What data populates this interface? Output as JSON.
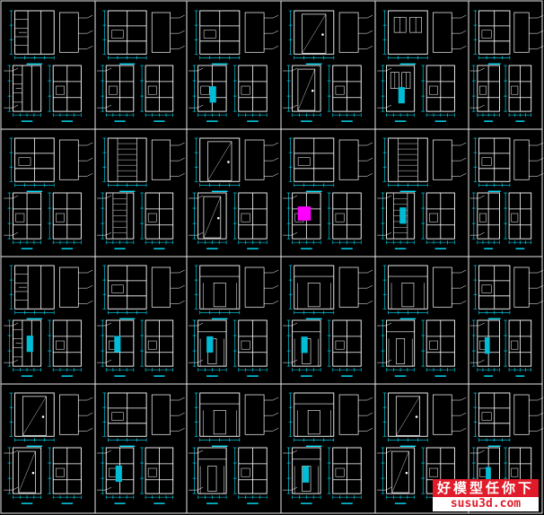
{
  "drawing": {
    "background_color": "#000000",
    "colors": {
      "frame": "#e6e6e6",
      "line": "#ffffff",
      "dimension": "#00e5ff",
      "hatch": "#ff00ff",
      "fill": "#00bcd4"
    },
    "grid": {
      "rows": 4,
      "cols": 6
    },
    "panels": [
      {
        "row": 0,
        "col": 0,
        "kind": "wardrobe-elevation",
        "accent": "none"
      },
      {
        "row": 0,
        "col": 1,
        "kind": "cabinet-elevation",
        "accent": "none"
      },
      {
        "row": 0,
        "col": 2,
        "kind": "cabinet-elevation",
        "accent": "fill"
      },
      {
        "row": 0,
        "col": 3,
        "kind": "door-elevation",
        "accent": "none"
      },
      {
        "row": 0,
        "col": 4,
        "kind": "window-elevation",
        "accent": "fill"
      },
      {
        "row": 0,
        "col": 5,
        "kind": "cabinet-elevation",
        "accent": "none"
      },
      {
        "row": 1,
        "col": 0,
        "kind": "cabinet-elevation",
        "accent": "none"
      },
      {
        "row": 1,
        "col": 1,
        "kind": "detail-elevation",
        "accent": "none"
      },
      {
        "row": 1,
        "col": 2,
        "kind": "door-elevation",
        "accent": "none"
      },
      {
        "row": 1,
        "col": 3,
        "kind": "cabinet-elevation",
        "accent": "hatch"
      },
      {
        "row": 1,
        "col": 4,
        "kind": "detail-elevation",
        "accent": "fill"
      },
      {
        "row": 1,
        "col": 5,
        "kind": "cabinet-elevation",
        "accent": "none"
      },
      {
        "row": 2,
        "col": 0,
        "kind": "wardrobe-elevation",
        "accent": "fill"
      },
      {
        "row": 2,
        "col": 1,
        "kind": "cabinet-elevation",
        "accent": "fill"
      },
      {
        "row": 2,
        "col": 2,
        "kind": "wall-elevation",
        "accent": "fill"
      },
      {
        "row": 2,
        "col": 3,
        "kind": "wall-elevation",
        "accent": "fill"
      },
      {
        "row": 2,
        "col": 4,
        "kind": "wall-elevation",
        "accent": "none"
      },
      {
        "row": 2,
        "col": 5,
        "kind": "cabinet-elevation",
        "accent": "fill"
      },
      {
        "row": 3,
        "col": 0,
        "kind": "door-elevation",
        "accent": "none"
      },
      {
        "row": 3,
        "col": 1,
        "kind": "cabinet-elevation",
        "accent": "fill"
      },
      {
        "row": 3,
        "col": 2,
        "kind": "wall-elevation",
        "accent": "none"
      },
      {
        "row": 3,
        "col": 3,
        "kind": "wall-elevation",
        "accent": "fill"
      },
      {
        "row": 3,
        "col": 4,
        "kind": "door-elevation",
        "accent": "none"
      },
      {
        "row": 3,
        "col": 5,
        "kind": "cabinet-elevation",
        "accent": "fill"
      }
    ]
  },
  "watermark": {
    "site_name": "好模型任你下",
    "url": "susu3d.com",
    "kind": "logo"
  }
}
